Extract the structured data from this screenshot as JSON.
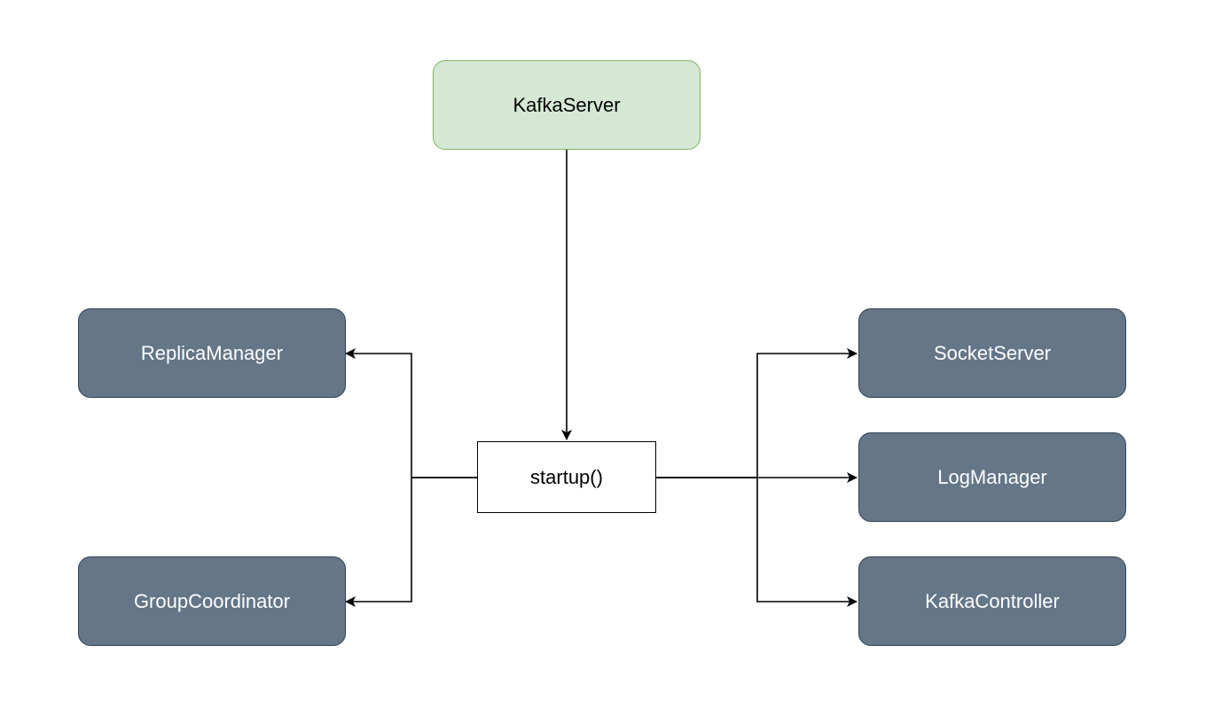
{
  "diagram": {
    "nodes": {
      "kafka_server": "KafkaServer",
      "startup": "startup()",
      "replica_manager": "ReplicaManager",
      "group_coordinator": "GroupCoordinator",
      "socket_server": "SocketServer",
      "log_manager": "LogManager",
      "kafka_controller": "KafkaController"
    },
    "edges": [
      {
        "from": "KafkaServer",
        "to": "startup()"
      },
      {
        "from": "startup()",
        "to": "ReplicaManager"
      },
      {
        "from": "startup()",
        "to": "GroupCoordinator"
      },
      {
        "from": "startup()",
        "to": "SocketServer"
      },
      {
        "from": "startup()",
        "to": "LogManager"
      },
      {
        "from": "startup()",
        "to": "KafkaController"
      }
    ]
  },
  "colors": {
    "root_fill": "#d5e8d4",
    "root_border": "#82b366",
    "component_fill": "#647687",
    "component_border": "#314354",
    "component_text": "#ffffff",
    "edge": "#000000"
  }
}
